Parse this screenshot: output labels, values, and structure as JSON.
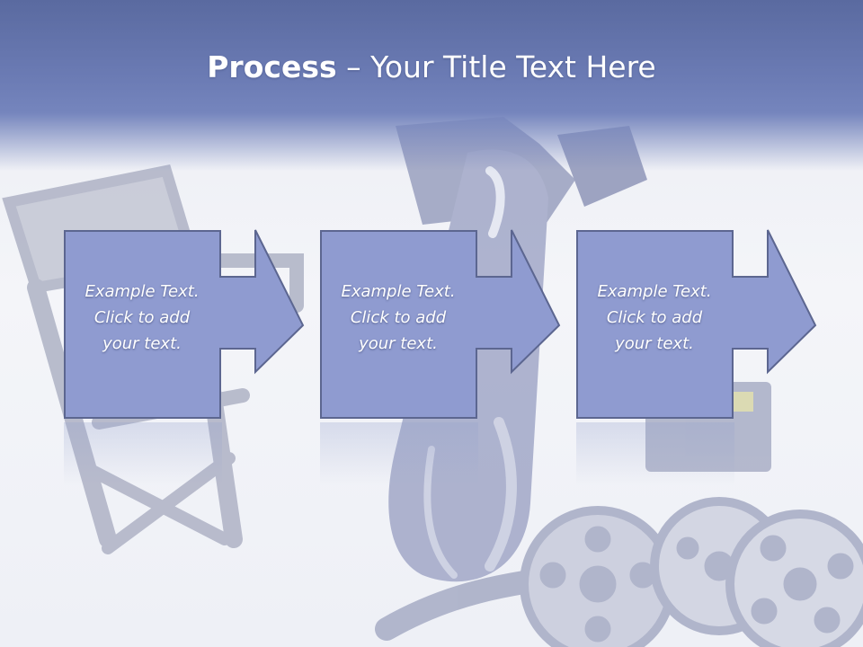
{
  "slide": {
    "title_bold": "Process",
    "title_rest": " – Your Title Text Here"
  },
  "steps": [
    {
      "line1": "Example Text.",
      "line2": "Click  to add",
      "line3": "your text."
    },
    {
      "line1": "Example Text.",
      "line2": "Click  to add",
      "line3": "your text."
    },
    {
      "line1": "Example Text.",
      "line2": "Click  to add",
      "line3": "your text."
    }
  ],
  "colors": {
    "header": "#6b7bb4",
    "box_fill": "#8f9bd0",
    "box_border": "#5c6690",
    "background": "#f1f2f7"
  },
  "icons": [
    "director-chair-icon",
    "clapperboard-icon",
    "film-reel-icon",
    "film-canister-icon"
  ]
}
